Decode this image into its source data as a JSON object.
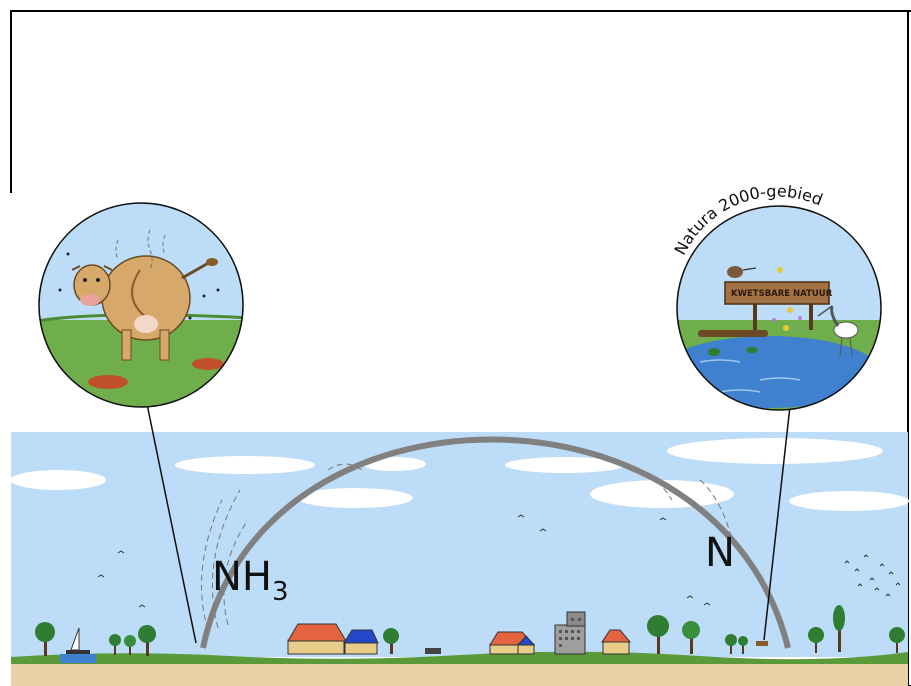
{
  "labels": {
    "emission": "NH",
    "emission_sub": "3",
    "deposition": "N",
    "area_name": "Natura 2000-gebied",
    "sign_text": "KWETSBARE NATUUR"
  },
  "colors": {
    "sky": "#bcdcf7",
    "ground": "#e9d2a6",
    "grass": "#5b9a3a",
    "arc": "#808080",
    "water": "#3f80cf"
  }
}
